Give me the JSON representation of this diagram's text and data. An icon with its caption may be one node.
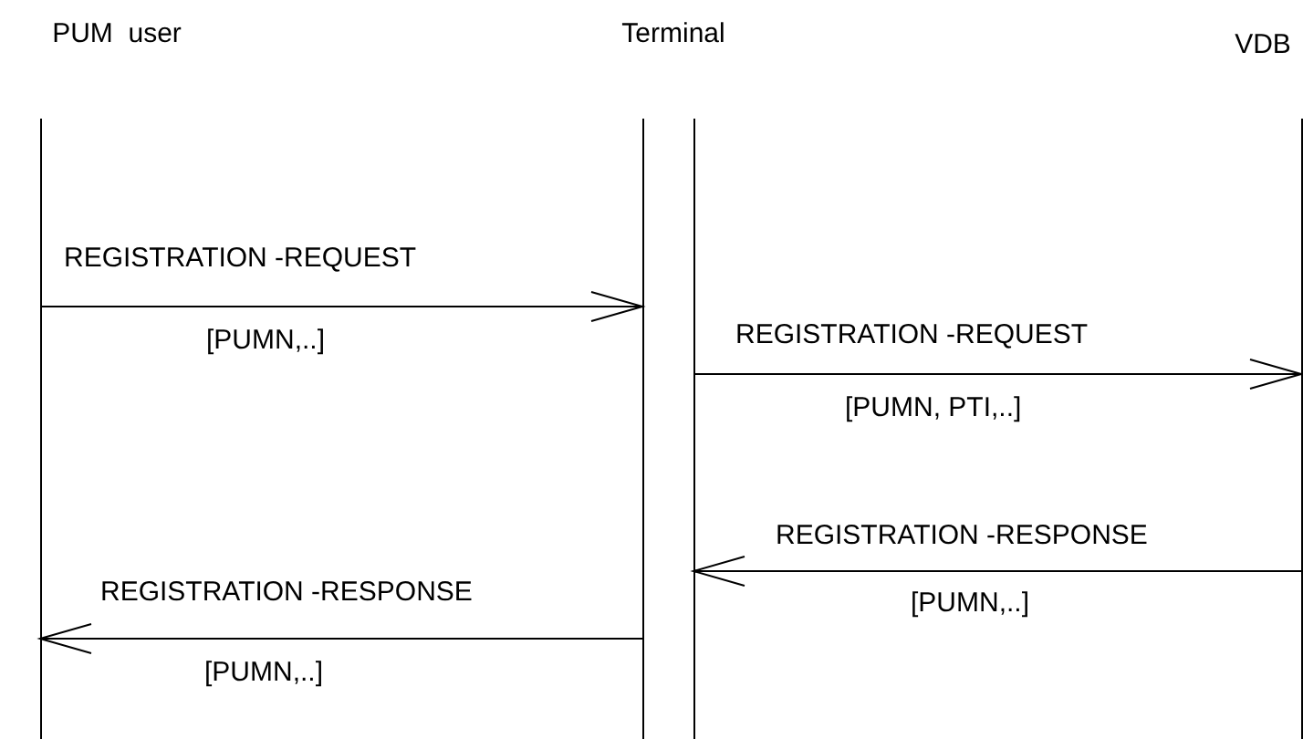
{
  "diagram": {
    "nodes": [
      {
        "text": [
          "PUM  user"
        ]
      },
      {
        "text": [
          "Terminal"
        ]
      },
      {
        "text": [
          "VDB"
        ]
      }
    ],
    "edges": [
      {
        "from": 0,
        "to": 1,
        "arrow": "to",
        "label": "REGISTRATION -REQUEST"
      },
      {
        "from": 1,
        "to": 2,
        "arrow": "to",
        "label": "REGISTRATION -REQUEST"
      },
      {
        "from": 2,
        "to": 1,
        "arrow": "to",
        "label": "REGISTRATION -RESPONSE"
      },
      {
        "from": 1,
        "to": 0,
        "arrow": "to",
        "label": "REGISTRATION -RESPONSE"
      }
    ],
    "labels": [
      "[PUMN,..]",
      "[PUMN, PTI,..]",
      "[PUMN,..]",
      "[PUMN,..]"
    ]
  }
}
